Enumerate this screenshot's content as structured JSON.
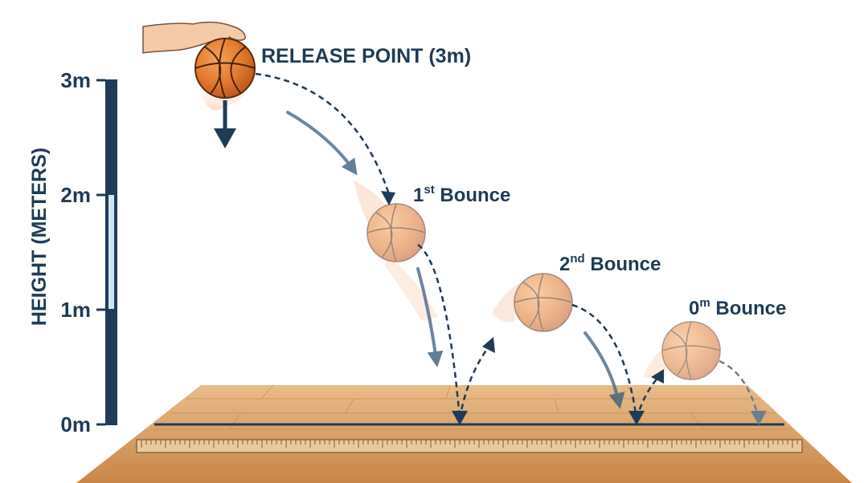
{
  "diagram": {
    "axis": {
      "title": "HEIGHT (METERS)",
      "ticks": [
        "3m",
        "2m",
        "1m",
        "0m"
      ]
    },
    "labels": {
      "release": "RELEASE POINT (3m)",
      "bounce1_num": "1",
      "bounce1_sup": "st",
      "bounce2_num": "2",
      "bounce2_sup": "nd",
      "bounce3_num": "0",
      "bounce3_sup": "m",
      "bounce_word": " Bounce"
    },
    "colors": {
      "navy": "#1f3b57",
      "ball": "#e0782d",
      "floor_light": "#e4b27a",
      "floor_dark": "#c98b4f",
      "axis_highlight": "#cfe3f3"
    }
  }
}
